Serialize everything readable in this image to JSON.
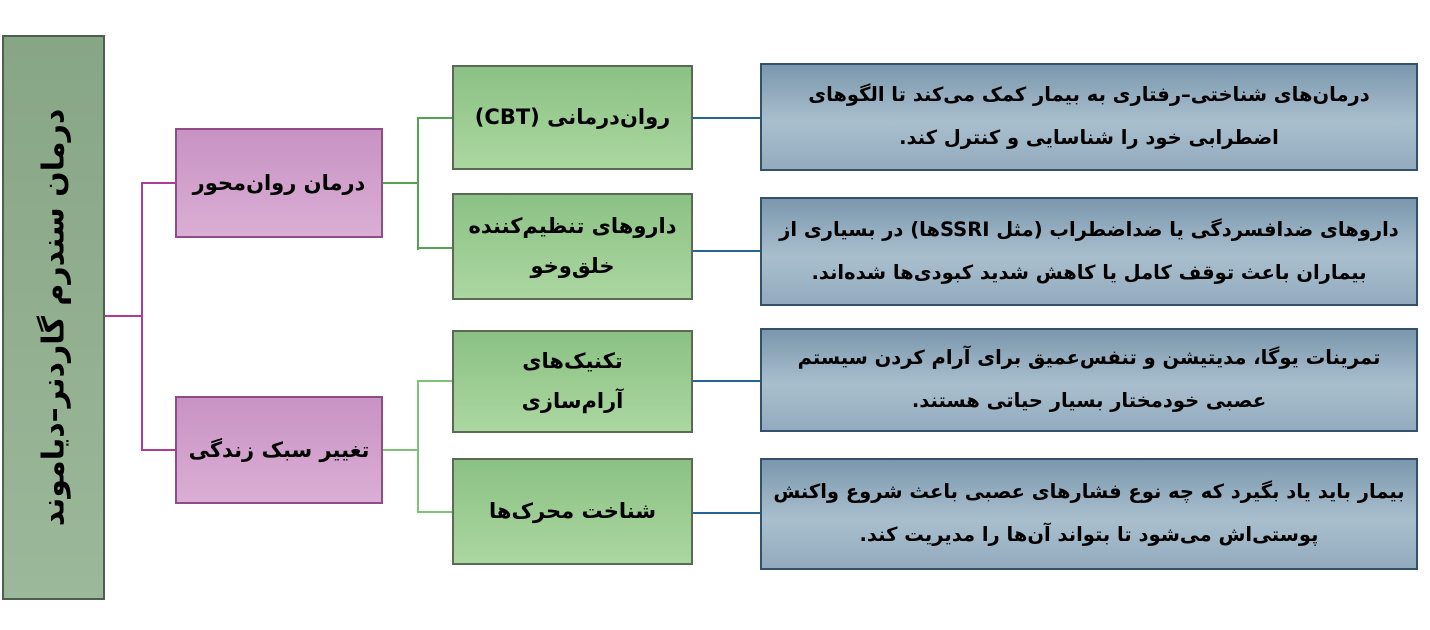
{
  "root": {
    "label": "درمان سندرم گاردنر–دیاموند"
  },
  "branches": [
    {
      "label": "درمان روان‌محور",
      "children": [
        {
          "label": "روان‌درمانی (CBT)",
          "description": "درمان‌های شناختی–رفتاری به بیمار کمک می‌کند تا الگوهای اضطرابی خود را شناسایی و کنترل کند."
        },
        {
          "label": "داروهای تنظیم‌کننده خلق‌وخو",
          "description": "داروهای ضدافسردگی یا ضداضطراب (مثل SSRIها) در بسیاری از بیماران باعث توقف کامل یا کاهش شدید کبودی‌ها شده‌اند."
        }
      ]
    },
    {
      "label": "تغییر سبک زندگی",
      "children": [
        {
          "label": "تکنیک‌های آرام‌سازی",
          "description": "تمرینات یوگا، مدیتیشن و تنفس‌عمیق برای آرام کردن سیستم عصبی خودمختار بسیار حیاتی هستند."
        },
        {
          "label": "شناخت محرک‌ها",
          "description": "بیمار باید یاد بگیرد که چه نوع فشارهای عصبی باعث شروع واکنش پوستی‌اش می‌شود تا بتواند آن‌ها را مدیریت کند."
        }
      ]
    }
  ],
  "colors": {
    "root_fill_top": "#87a685",
    "root_fill_bottom": "#9cb89a",
    "root_border": "#4f5f4d",
    "branch_fill_top": "#c793c3",
    "branch_fill_bottom": "#dbaed5",
    "branch_border": "#8f4c89",
    "leaf_fill_top": "#8bc184",
    "leaf_fill_bottom": "#abd7a0",
    "leaf_border": "#5a6a54",
    "description_fill_top": "#7b97ad",
    "description_fill_mid": "#a9bfce",
    "description_border": "#35506b",
    "connector_level1": "#ad3a9d",
    "connector_level2_upper": "#55a352",
    "connector_level2_lower": "#7cc474",
    "connector_level3": "#266593",
    "text": "#000000"
  }
}
